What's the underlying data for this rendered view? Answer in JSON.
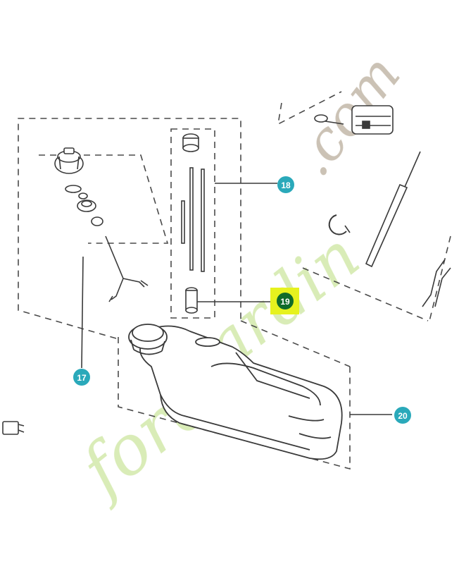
{
  "callouts": [
    {
      "id": "c17",
      "label": "17",
      "fill": "#2aa9ba",
      "text_color": "#ffffff",
      "highlighted": false
    },
    {
      "id": "c18",
      "label": "18",
      "fill": "#2aa9ba",
      "text_color": "#ffffff",
      "highlighted": false
    },
    {
      "id": "c19",
      "label": "19",
      "fill": "#0f6b2a",
      "text_color": "#ffffff",
      "highlighted": true,
      "highlight_color": "#e6f21e"
    },
    {
      "id": "c20",
      "label": "20",
      "fill": "#2aa9ba",
      "text_color": "#ffffff",
      "highlighted": false
    }
  ],
  "watermark": {
    "part1": "forêt",
    "part2": "jardin",
    "part3": ".com",
    "color1": "#d7ebb4",
    "color2": "#d7ebb4",
    "color3": "#c9bfb1"
  },
  "colors": {
    "line": "#3a3a3a",
    "dash": "#4a4a4a"
  }
}
